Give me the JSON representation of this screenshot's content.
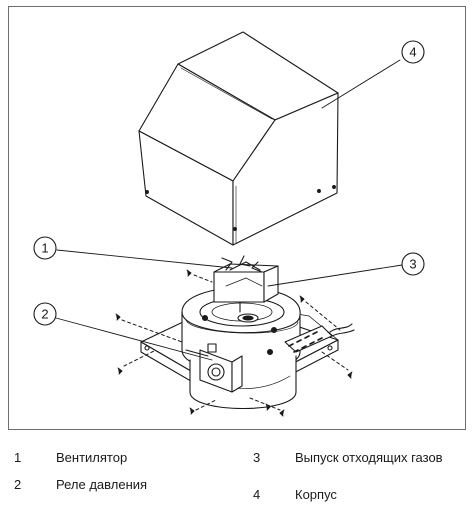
{
  "legend": [
    {
      "number": "1",
      "label": "Вентилятор"
    },
    {
      "number": "2",
      "label": "Реле давления"
    },
    {
      "number": "3",
      "label": "Выпуск отходящих газов"
    },
    {
      "number": "4",
      "label": "Корпус"
    }
  ],
  "callouts": [
    "1",
    "2",
    "3",
    "4"
  ],
  "colors": {
    "line": "#1a1a1a",
    "frame": "#6e6e6e",
    "background": "#ffffff"
  }
}
